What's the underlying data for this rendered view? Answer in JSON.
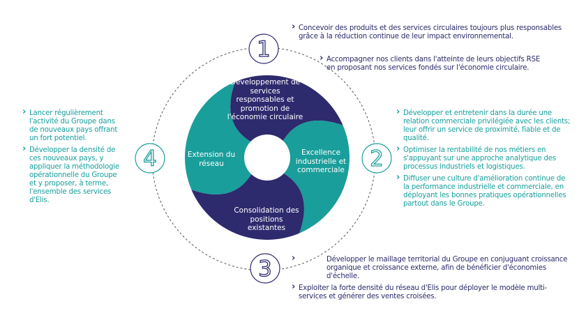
{
  "colors": {
    "navy": "#2e2a6e",
    "teal": "#1a9e9b",
    "text_navy": "#2b2a6b",
    "text_teal": "#17a09c"
  },
  "numbers": [
    "1",
    "2",
    "3",
    "4"
  ],
  "blades": {
    "top": "Développement de services responsables et promotion de l'économie circulaire",
    "right": "Excellence industrielle et commerciale",
    "bottom": "Consolidation des positions existantes",
    "left": "Extension du réseau"
  },
  "section1": [
    "Concevoir des produits et des services circulaires toujours plus responsables grâce à la réduction continue de leur impact environnemental.",
    "Accompagner nos clients dans l'atteinte de leurs objectifs RSE en proposant nos services fondés sur l'économie circulaire."
  ],
  "section2": [
    "Développer et entretenir dans la durée une relation commerciale privilégiée avec les clients; leur offrir un service de proximité, fiable et de qualité.",
    "Optimiser la rentabilité de nos métiers en s'appuyant sur une approche analytique des processus industriels et logistiques.",
    "Diffuser une culture d'amélioration continue de la performance industrielle et commerciale, en déployant les bonnes pratiques opérationnelles partout dans le Groupe."
  ],
  "section3": [
    "Développer le maillage territorial du Groupe en conjuguant croissance organique et croissance externe, afin de bénéficier d'économies d'échelle.",
    "Exploiter la forte densité du réseau d'Elis pour déployer le modèle multi-services et générer des ventes croisées."
  ],
  "section4": [
    "Lancer régulièrement l'activité du Groupe dans de nouveaux pays offrant un fort potentiel.",
    "Développer la densité de ces nouveaux pays, y appliquer la méthodologie opérationnelle du Groupe et y proposer, à terme, l'ensemble des services d'Elis."
  ]
}
